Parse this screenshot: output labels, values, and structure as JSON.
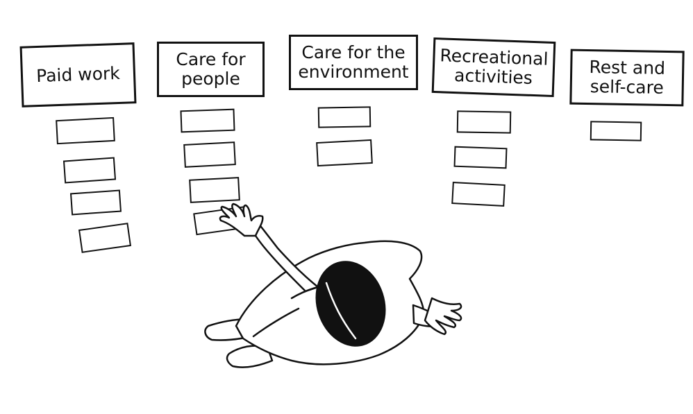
{
  "columns": [
    {
      "label": "Paid work",
      "empty_slots": 4
    },
    {
      "label": "Care for\npeople",
      "empty_slots": 4
    },
    {
      "label": "Care for the\nenvironment",
      "empty_slots": 2
    },
    {
      "label": "Recreational\nactivities",
      "empty_slots": 3
    },
    {
      "label": "Rest and\nself-care",
      "empty_slots": 1
    }
  ],
  "colors": {
    "ink": "#111111",
    "background": "#ffffff"
  },
  "icons": {
    "person": "person-top-view-icon"
  }
}
